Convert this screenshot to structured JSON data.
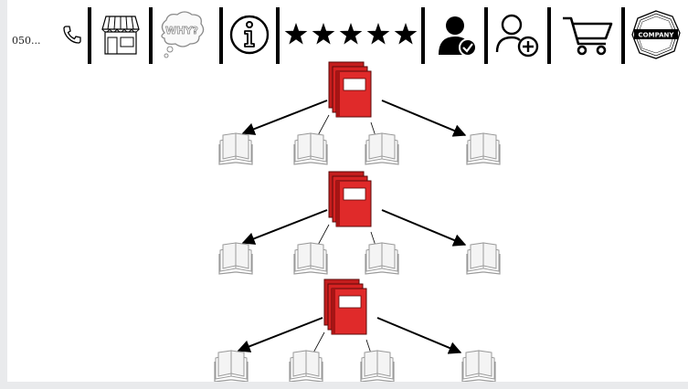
{
  "toolbar": {
    "phone_number": "050...",
    "rating_stars": 5,
    "company_badge_text": "COMPANY",
    "why_bubble_text": "WHY?"
  },
  "colors": {
    "book_red": "#e02a2a",
    "book_red_dark": "#a71414",
    "open_book_gray": "#9a9a9a",
    "ink": "#000000"
  },
  "diagram": {
    "tiers": 3,
    "children_per_tier": 4
  }
}
